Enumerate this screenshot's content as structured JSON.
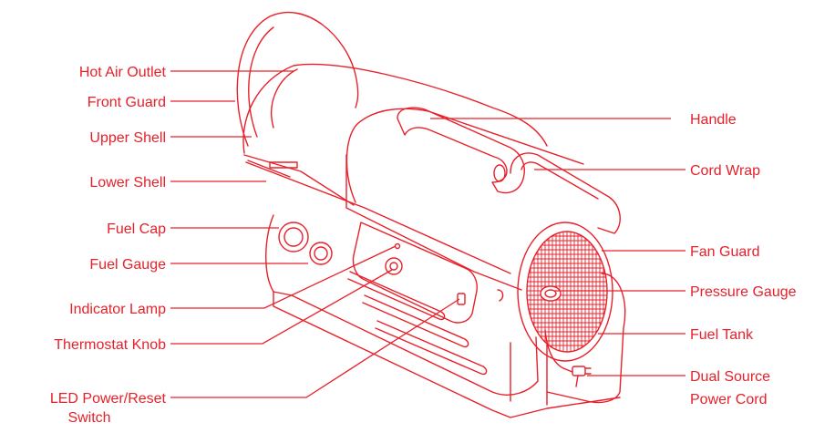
{
  "colors": {
    "drawing": "#e8202a",
    "labels": "#e8202a",
    "background": "#ffffff"
  },
  "labels": {
    "left": [
      "Hot Air Outlet",
      "Front Guard",
      "Upper Shell",
      "Lower Shell",
      "Fuel Cap",
      "Fuel Gauge",
      "Indicator Lamp",
      "Thermostat Knob",
      "LED Power/Reset",
      "Switch"
    ],
    "right": [
      "Handle",
      "Cord Wrap",
      "Fan Guard",
      "Pressure Gauge",
      "Fuel Tank",
      "Dual Source",
      "Power Cord"
    ]
  }
}
